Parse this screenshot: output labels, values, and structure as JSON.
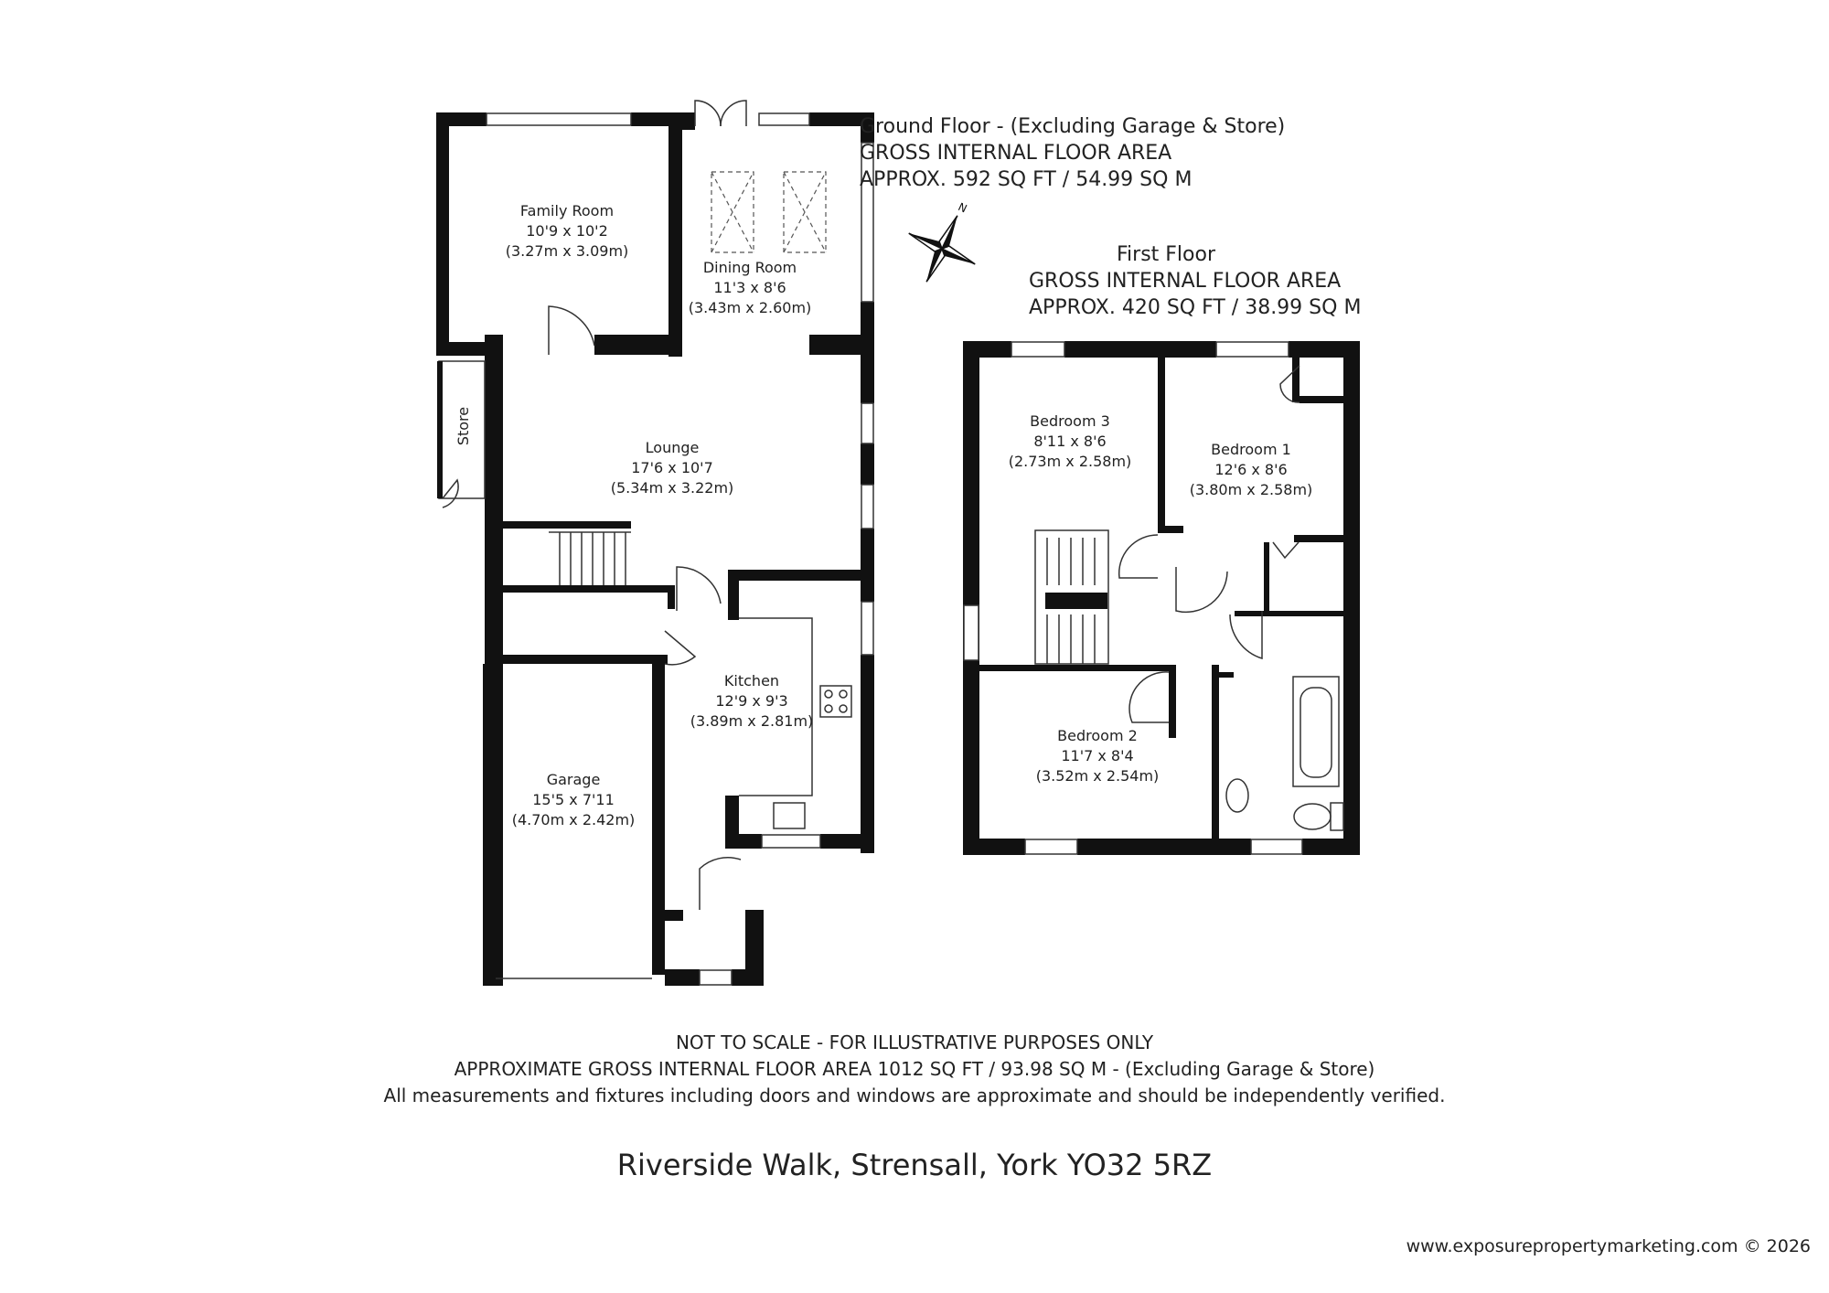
{
  "ground_floor": {
    "title": "Ground Floor - (Excluding Garage & Store)",
    "gia_label": "GROSS INTERNAL FLOOR AREA",
    "area": "APPROX. 592 SQ FT / 54.99 SQ M"
  },
  "first_floor": {
    "title": "First Floor",
    "gia_label": "GROSS INTERNAL FLOOR AREA",
    "area": "APPROX. 420 SQ FT / 38.99 SQ M"
  },
  "rooms": {
    "family_room": {
      "name": "Family Room",
      "imperial": "10'9 x 10'2",
      "metric": "(3.27m x 3.09m)"
    },
    "dining_room": {
      "name": "Dining Room",
      "imperial": "11'3 x 8'6",
      "metric": "(3.43m x 2.60m)"
    },
    "lounge": {
      "name": "Lounge",
      "imperial": "17'6 x 10'7",
      "metric": "(5.34m x 3.22m)"
    },
    "store": {
      "name": "Store"
    },
    "kitchen": {
      "name": "Kitchen",
      "imperial": "12'9 x 9'3",
      "metric": "(3.89m x 2.81m)"
    },
    "garage": {
      "name": "Garage",
      "imperial": "15'5 x 7'11",
      "metric": "(4.70m x 2.42m)"
    },
    "bedroom3": {
      "name": "Bedroom 3",
      "imperial": "8'11 x 8'6",
      "metric": "(2.73m x 2.58m)"
    },
    "bedroom1": {
      "name": "Bedroom 1",
      "imperial": "12'6 x 8'6",
      "metric": "(3.80m x 2.58m)"
    },
    "bedroom2": {
      "name": "Bedroom 2",
      "imperial": "11'7 x 8'4",
      "metric": "(3.52m x 2.54m)"
    }
  },
  "footer": {
    "line1": "NOT TO SCALE - FOR ILLUSTRATIVE PURPOSES ONLY",
    "line2": "APPROXIMATE GROSS INTERNAL FLOOR AREA 1012 SQ FT / 93.98 SQ M - (Excluding Garage & Store)",
    "line3": "All measurements and fixtures including doors and windows are approximate and should be independently verified.",
    "address": "Riverside Walk, Strensall, York YO32 5RZ",
    "website": "www.exposurepropertymarketing.com © 2026"
  },
  "icons": {
    "compass": "compass-rose-icon"
  }
}
